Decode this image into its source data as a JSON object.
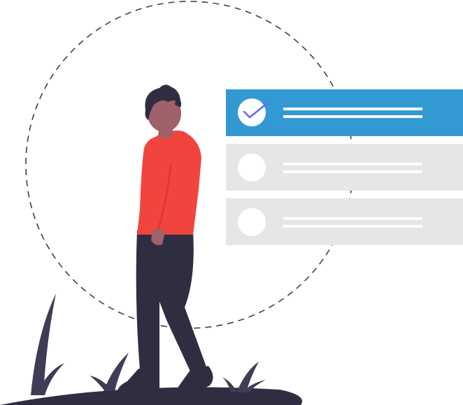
{
  "illustration": {
    "subject": "person-standing-beside-checklist",
    "checklist": {
      "items": [
        {
          "state": "checked",
          "icon": "check-icon"
        },
        {
          "state": "unchecked"
        },
        {
          "state": "unchecked"
        }
      ]
    },
    "colors": {
      "accent": "#3399d3",
      "check_mark": "#6c63ff",
      "card_gray": "#e6e6e6",
      "white": "#ffffff",
      "dashes": "#3f3d56",
      "shirt": "#f2443f",
      "pants": "#2f2e41",
      "skin": "#9f616a",
      "hair": "#2f2e41",
      "shoes": "#2f2e41",
      "ground": "#2f2e41",
      "grass": "#3f3d56"
    }
  }
}
